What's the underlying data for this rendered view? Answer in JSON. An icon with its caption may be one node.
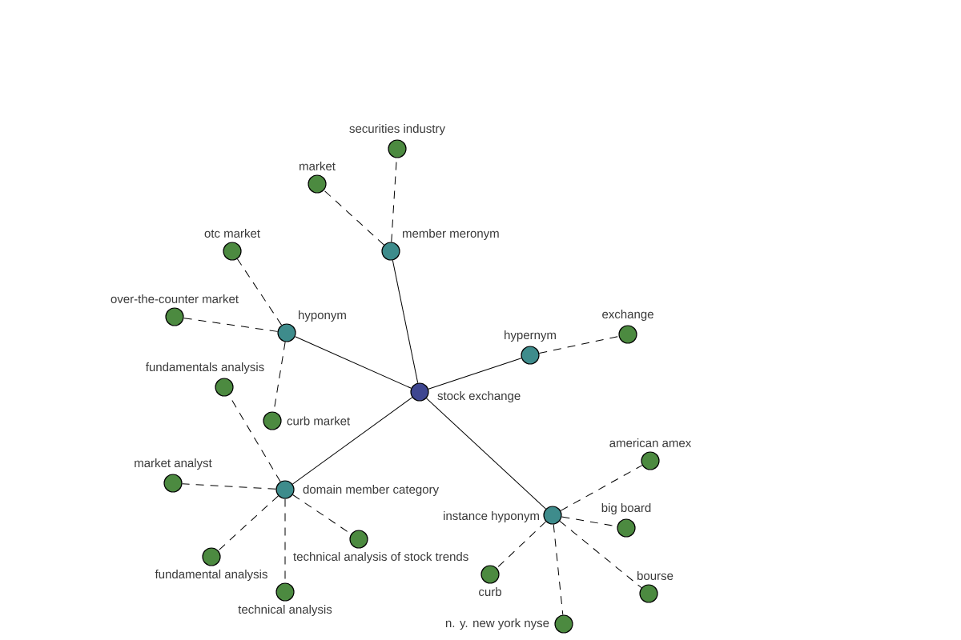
{
  "diagram": {
    "nodes": [
      {
        "text": [
          "securities industry"
        ]
      },
      {
        "text": [
          "market"
        ]
      },
      {
        "text": [
          "member meronym"
        ]
      },
      {
        "text": [
          "otc market"
        ]
      },
      {
        "text": [
          "over-the-counter market"
        ]
      },
      {
        "text": [
          "hyponym"
        ]
      },
      {
        "text": [
          "exchange"
        ]
      },
      {
        "text": [
          "hypernym"
        ]
      },
      {
        "text": [
          "fundamentals analysis"
        ]
      },
      {
        "text": [
          "stock exchange"
        ]
      },
      {
        "text": [
          "curb market"
        ]
      },
      {
        "text": [
          "american amex"
        ]
      },
      {
        "text": [
          "market analyst"
        ]
      },
      {
        "text": [
          "domain member category"
        ]
      },
      {
        "text": [
          "instance hyponym"
        ]
      },
      {
        "text": [
          "big board"
        ]
      },
      {
        "text": [
          "technical analysis of stock trends"
        ]
      },
      {
        "text": [
          "fundamental analysis"
        ]
      },
      {
        "text": [
          "curb"
        ]
      },
      {
        "text": [
          "technical analysis"
        ]
      },
      {
        "text": [
          "bourse"
        ]
      },
      {
        "text": [
          "n. y. new york nyse"
        ]
      }
    ],
    "edges": [
      {
        "from": 9,
        "to": 2,
        "arrow": "none"
      },
      {
        "from": 9,
        "to": 5,
        "arrow": "none"
      },
      {
        "from": 9,
        "to": 7,
        "arrow": "none"
      },
      {
        "from": 9,
        "to": 13,
        "arrow": "none"
      },
      {
        "from": 9,
        "to": 14,
        "arrow": "none"
      },
      {
        "from": 2,
        "to": 0,
        "arrow": "none",
        "style": "dashed"
      },
      {
        "from": 2,
        "to": 1,
        "arrow": "none",
        "style": "dashed"
      },
      {
        "from": 5,
        "to": 3,
        "arrow": "none",
        "style": "dashed"
      },
      {
        "from": 5,
        "to": 4,
        "arrow": "none",
        "style": "dashed"
      },
      {
        "from": 5,
        "to": 10,
        "arrow": "none",
        "style": "dashed"
      },
      {
        "from": 7,
        "to": 6,
        "arrow": "none",
        "style": "dashed"
      },
      {
        "from": 13,
        "to": 8,
        "arrow": "none",
        "style": "dashed"
      },
      {
        "from": 13,
        "to": 12,
        "arrow": "none",
        "style": "dashed"
      },
      {
        "from": 13,
        "to": 16,
        "arrow": "none",
        "style": "dashed"
      },
      {
        "from": 13,
        "to": 17,
        "arrow": "none",
        "style": "dashed"
      },
      {
        "from": 13,
        "to": 19,
        "arrow": "none",
        "style": "dashed"
      },
      {
        "from": 14,
        "to": 11,
        "arrow": "none",
        "style": "dashed"
      },
      {
        "from": 14,
        "to": 15,
        "arrow": "none",
        "style": "dashed"
      },
      {
        "from": 14,
        "to": 18,
        "arrow": "none",
        "style": "dashed"
      },
      {
        "from": 14,
        "to": 20,
        "arrow": "none",
        "style": "dashed"
      },
      {
        "from": 14,
        "to": 21,
        "arrow": "none",
        "style": "dashed"
      }
    ]
  }
}
